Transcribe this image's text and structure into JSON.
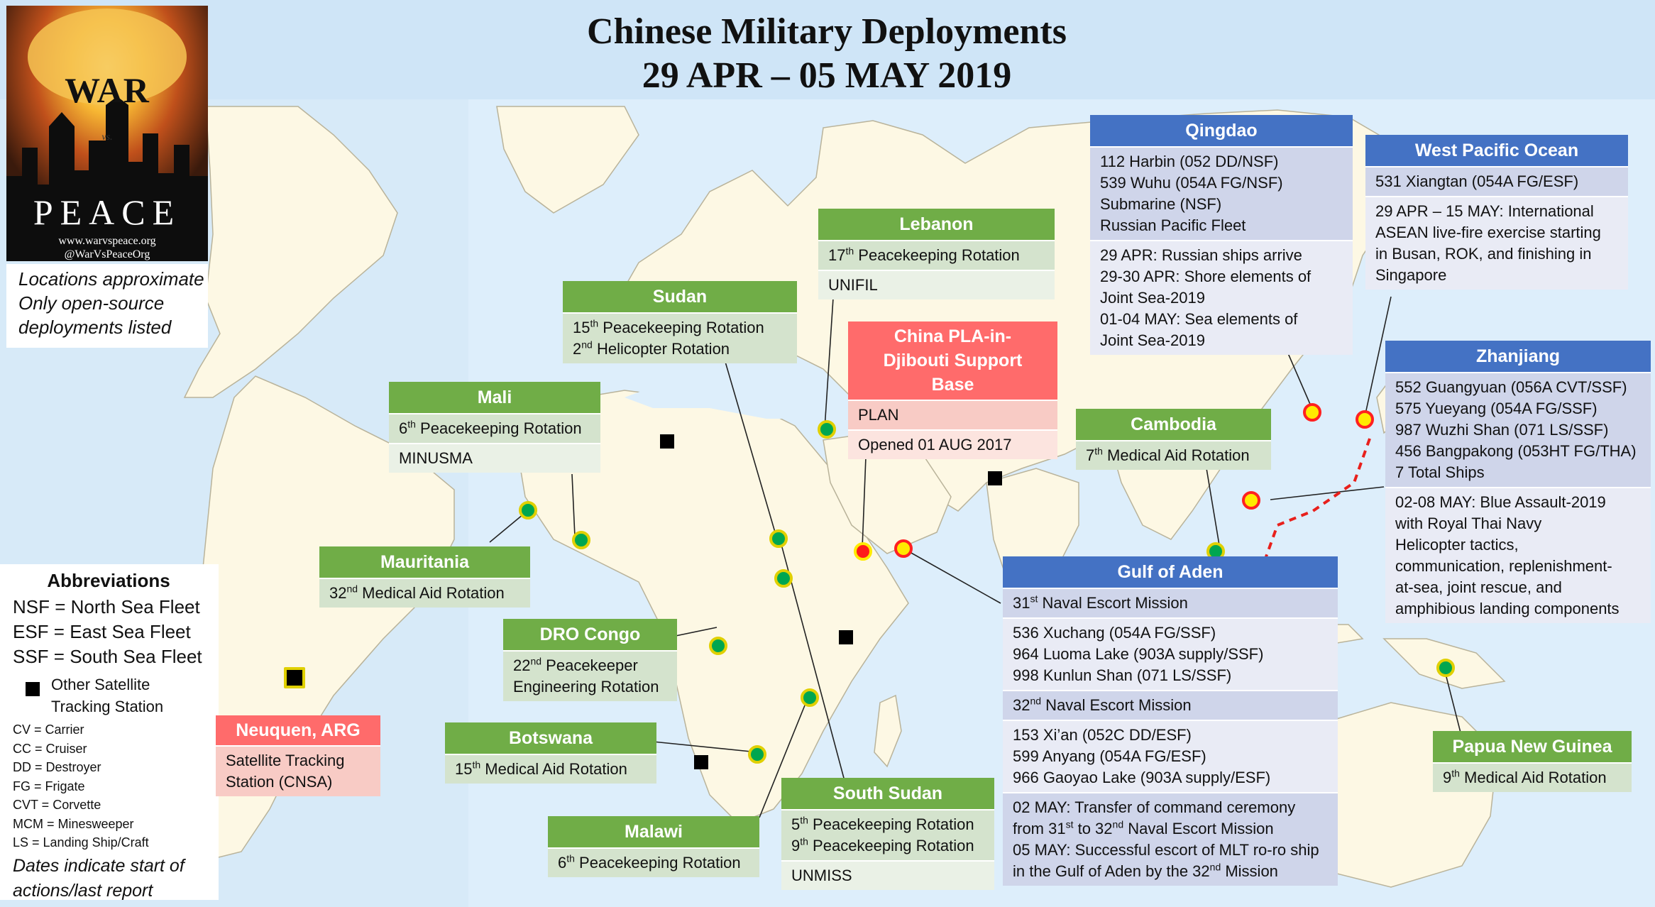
{
  "title": {
    "line1": "Chinese Military Deployments",
    "line2": "29 APR – 05 MAY 2019"
  },
  "logo": {
    "war": "WAR",
    "vs": "vs.",
    "peace": "PEACE",
    "url1": "www.warvspeace.org",
    "url2": "@WarVsPeaceOrg"
  },
  "note": {
    "line1": "Locations approximate",
    "line2": "Only open-source",
    "line3": "deployments listed"
  },
  "abbreviations": {
    "heading": "Abbreviations",
    "nsf": "NSF = North Sea Fleet",
    "esf": "ESF = East Sea Fleet",
    "ssf": "SSF = South Sea Fleet",
    "station": "Other Satellite Tracking Station",
    "cv": "CV = Carrier",
    "cc": "CC = Cruiser",
    "dd": "DD = Destroyer",
    "fg": "FG = Frigate",
    "cvt": "CVT = Corvette",
    "mcm": "MCM = Minesweeper",
    "ls": "LS = Landing Ship/Craft",
    "footer": "Dates indicate start of actions/last report"
  },
  "colors": {
    "ocean": "#ddeefb",
    "land": "#fdf8e4",
    "green_header": "#70ad47",
    "blue_header": "#4472c4",
    "red_header": "#ff6b6b",
    "marker_green": "#00a650",
    "marker_red": "#ff1a1a",
    "marker_yellow": "#ffea00",
    "route": "#e8201c"
  },
  "cards": {
    "lebanon": {
      "header": "Lebanon",
      "rot_n": "17",
      "rot_sup": "th",
      "rot_text": " Peacekeeping Rotation",
      "mission": "UNIFIL"
    },
    "sudan": {
      "header": "Sudan",
      "l1_n": "15",
      "l1_sup": "th",
      "l1_text": " Peacekeeping Rotation",
      "l2_n": "2",
      "l2_sup": "nd",
      "l2_text": " Helicopter Rotation"
    },
    "djibouti": {
      "header": "China PLA-in-Djibouti Support Base",
      "row1": "PLAN",
      "row2": "Opened 01 AUG 2017"
    },
    "mali": {
      "header": "Mali",
      "rot_n": "6",
      "rot_sup": "th",
      "rot_text": " Peacekeeping Rotation",
      "mission": "MINUSMA"
    },
    "cambodia": {
      "header": "Cambodia",
      "rot_n": "7",
      "rot_sup": "th",
      "rot_text": " Medical Aid Rotation"
    },
    "mauritania": {
      "header": "Mauritania",
      "rot_n": "32",
      "rot_sup": "nd",
      "rot_text": " Medical Aid Rotation"
    },
    "drocongo": {
      "header": "DRO Congo",
      "l1_n": "22",
      "l1_sup": "nd",
      "l1_text": " Peacekeeper",
      "l2": "Engineering Rotation"
    },
    "neuquen": {
      "header": "Neuquen, ARG",
      "l1": "Satellite Tracking",
      "l2": "Station (CNSA)"
    },
    "botswana": {
      "header": "Botswana",
      "rot_n": "15",
      "rot_sup": "th",
      "rot_text": " Medical Aid Rotation"
    },
    "malawi": {
      "header": "Malawi",
      "rot_n": "6",
      "rot_sup": "th",
      "rot_text": " Peacekeeping Rotation"
    },
    "southsudan": {
      "header": "South Sudan",
      "l1_n": "5",
      "l1_sup": "th",
      "l1_text": " Peacekeeping Rotation",
      "l2_n": "9",
      "l2_sup": "th",
      "l2_text": " Peacekeeping Rotation",
      "mission": "UNMISS"
    },
    "png": {
      "header": "Papua New Guinea",
      "rot_n": "9",
      "rot_sup": "th",
      "rot_text": " Medical Aid Rotation"
    },
    "qingdao": {
      "header": "Qingdao",
      "ships": [
        "112 Harbin (052 DD/NSF)",
        "539 Wuhu (054A FG/NSF)",
        "Submarine (NSF)",
        "Russian Pacific Fleet"
      ],
      "events": [
        "29 APR: Russian ships arrive",
        "29-30 APR: Shore elements of",
        "Joint Sea-2019",
        "01-04 MAY: Sea elements of",
        "Joint Sea-2019"
      ]
    },
    "westpacific": {
      "header": "West Pacific Ocean",
      "ship": "531 Xiangtan (054A FG/ESF)",
      "events": [
        "29 APR – 15 MAY: International",
        "ASEAN live-fire exercise starting",
        "in Busan, ROK, and finishing in",
        "Singapore"
      ]
    },
    "zhanjiang": {
      "header": "Zhanjiang",
      "ships": [
        "552 Guangyuan (056A CVT/SSF)",
        "575 Yueyang (054A FG/SSF)",
        "987 Wuzhi Shan (071 LS/SSF)",
        "456 Bangpakong (053HT FG/THA)",
        "7 Total Ships"
      ],
      "events": [
        "02-08 MAY: Blue Assault-2019",
        "with Royal Thai Navy",
        "Helicopter tactics,",
        "communication, replenishment-",
        "at-sea, joint rescue, and",
        "amphibious landing components"
      ]
    },
    "gulfofaden": {
      "header": "Gulf of Aden",
      "m31_n": "31",
      "m31_sup": "st",
      "m31_text": " Naval Escort Mission",
      "m31_ships": [
        "536 Xuchang (054A FG/SSF)",
        "964 Luoma Lake (903A supply/SSF)",
        "998 Kunlun Shan (071 LS/SSF)"
      ],
      "m32_n": "32",
      "m32_sup": "nd",
      "m32_text": " Naval Escort Mission",
      "m32_ships": [
        "153 Xi’an (052C DD/ESF)",
        "599 Anyang (054A FG/ESF)",
        "966 Gaoyao Lake (903A supply/ESF)"
      ],
      "ev1": "02 MAY: Transfer of command ceremony",
      "ev2_a": "from 31",
      "ev2_sup1": "st",
      "ev2_b": " to 32",
      "ev2_sup2": "nd",
      "ev2_c": " Naval Escort Mission",
      "ev3": "05 MAY: Successful escort of MLT ro-ro ship",
      "ev4_a": "in the Gulf of Aden by the 32",
      "ev4_sup": "nd",
      "ev4_b": " Mission"
    }
  }
}
